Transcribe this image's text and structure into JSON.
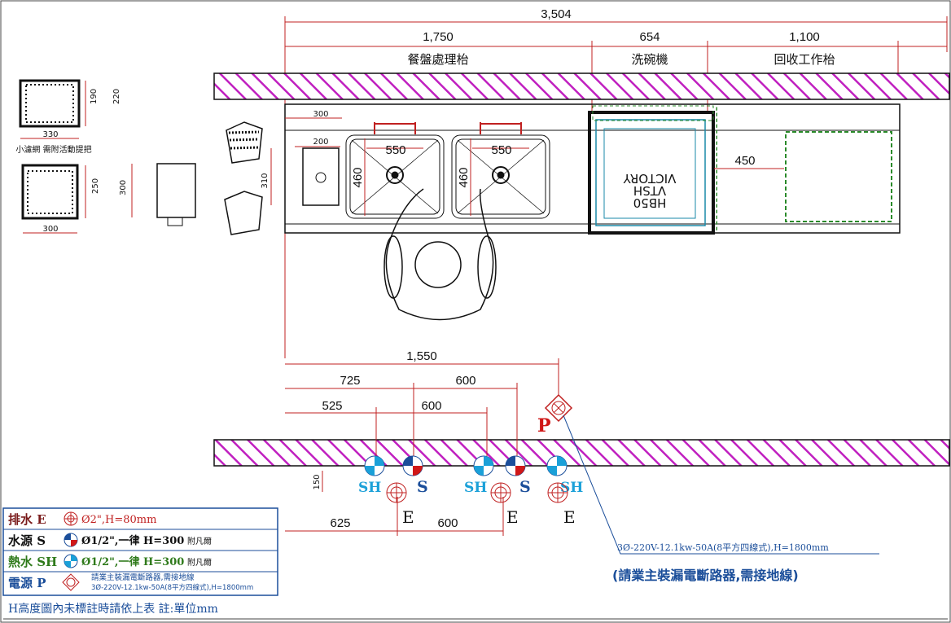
{
  "top_dims": {
    "total": "3,504",
    "d1": "1,750",
    "d2": "654",
    "d3": "1,100"
  },
  "zones": {
    "z1": "餐盤處理枱",
    "z2": "洗碗機",
    "z3": "回收工作枱"
  },
  "basket": {
    "w1": "330",
    "h1": "190",
    "h2": "220",
    "w2": "300",
    "h3": "250",
    "note": "小濾網 需附活動提把"
  },
  "box": {
    "h": "300"
  },
  "counter": {
    "d300": "300",
    "d200": "200",
    "d310": "310",
    "sink1_w": "550",
    "sink1_d": "460",
    "sink2_w": "550",
    "sink2_d": "460",
    "gap": "450"
  },
  "dishwasher": {
    "line1": "VICTORY",
    "line2": "VTSH",
    "line3": "HB50"
  },
  "bottom_dims": {
    "d1550": "1,550",
    "d725": "725",
    "d600a": "600",
    "d525": "525",
    "d600b": "600",
    "d150": "150",
    "d625": "625",
    "d600c": "600"
  },
  "points": {
    "sh": "SH",
    "s": "S",
    "e": "E",
    "p": "P"
  },
  "power_note": {
    "line1": "3Ø-220V-12.1kw-50A(8平方四線式),H=1800mm",
    "line2": "(請業主裝漏電斷路器,需接地線)"
  },
  "legend": {
    "drain_label": "排水 E",
    "drain_spec": "Ø2\",H=80mm",
    "water_label": "水源 S",
    "water_spec": "Ø1/2\",一律 H=300",
    "water_extra": "附凡爾",
    "hot_label": "熱水 SH",
    "hot_spec": "Ø1/2\",一律 H=300",
    "hot_extra": "附凡爾",
    "power_label": "電源 P",
    "power_spec1": "請業主裝漏電斷路器,需接地線",
    "power_spec2": "3Ø-220V-12.1kw-50A(8平方四線式),H=1800mm",
    "footer": "H高度圖內未標註時請依上表 註:單位mm"
  },
  "colors": {
    "wall_hatch": "#c020c0",
    "legend_border": "#1b4e9a",
    "sh_blue": "#1aa0d8",
    "red": "#d01818"
  }
}
